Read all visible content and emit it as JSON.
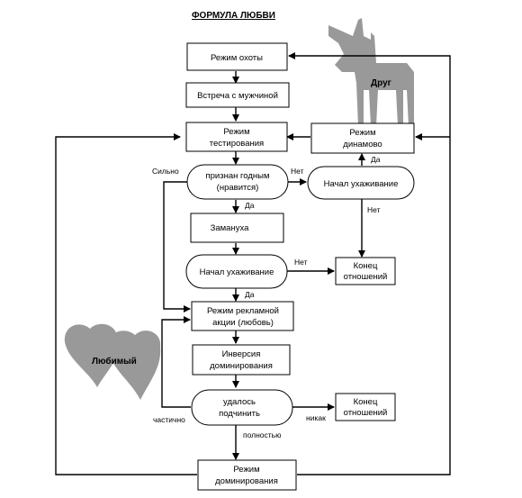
{
  "title": "ФОРМУЛА ЛЮБВИ",
  "colors": {
    "silhouette": "#999999",
    "line": "#000000",
    "box_fill": "#ffffff"
  },
  "nodes": {
    "hunt_mode": "Режим охоты",
    "meet_man": "Встреча с мужчиной",
    "test_mode_1": "Режим",
    "test_mode_2": "тестирования",
    "approved_1": "признан годным",
    "approved_2": "(нравится)",
    "dynamo_1": "Режим",
    "dynamo_2": "динамово",
    "courtship_right": "Начал ухаживание",
    "lure": "Замануха",
    "courtship_center": "Начал ухаживание",
    "end_1_a": "Конец",
    "end_1_b": "отношений",
    "ad_1": "Режим рекламной",
    "ad_2": "акции (любовь)",
    "inversion_1": "Инверсия",
    "inversion_2": "доминирования",
    "subdue_1": "удалось",
    "subdue_2": "подчинить",
    "end_2_a": "Конец",
    "end_2_b": "отношений",
    "dominance_1": "Режим",
    "dominance_2": "доминирования"
  },
  "edges": {
    "strongly": "Сильно",
    "no_right": "Нет",
    "yes_dynamo": "Да",
    "no_end": "Нет",
    "yes_lure": "Да",
    "no_center": "Нет",
    "yes_ad": "Да",
    "partly": "частично",
    "not_at_all": "никак",
    "fully": "полностью"
  },
  "illustrations": {
    "goat_label": "Друг",
    "goat_icon": "goat-silhouette-icon",
    "hearts_label": "Любимый",
    "hearts_icon": "hearts-icon"
  }
}
